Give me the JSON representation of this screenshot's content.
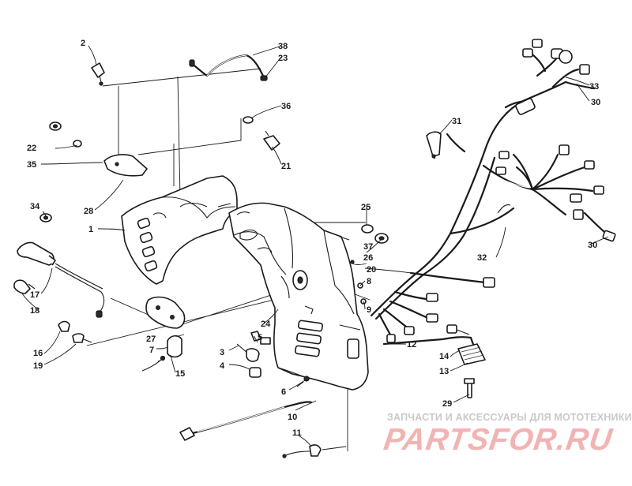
{
  "callouts": [
    {
      "id": "c1",
      "text": "1"
    },
    {
      "id": "c2",
      "text": "2"
    },
    {
      "id": "c3",
      "text": "3"
    },
    {
      "id": "c4",
      "text": "4"
    },
    {
      "id": "c5",
      "text": "5"
    },
    {
      "id": "c6",
      "text": "6"
    },
    {
      "id": "c7",
      "text": "7"
    },
    {
      "id": "c8",
      "text": "8"
    },
    {
      "id": "c9",
      "text": "9"
    },
    {
      "id": "c10",
      "text": "10"
    },
    {
      "id": "c11",
      "text": "11"
    },
    {
      "id": "c12",
      "text": "12"
    },
    {
      "id": "c13",
      "text": "13"
    },
    {
      "id": "c14",
      "text": "14"
    },
    {
      "id": "c15",
      "text": "15"
    },
    {
      "id": "c16",
      "text": "16"
    },
    {
      "id": "c17",
      "text": "17"
    },
    {
      "id": "c18",
      "text": "18"
    },
    {
      "id": "c19",
      "text": "19"
    },
    {
      "id": "c20",
      "text": "20"
    },
    {
      "id": "c21",
      "text": "21"
    },
    {
      "id": "c22",
      "text": "22"
    },
    {
      "id": "c23",
      "text": "23"
    },
    {
      "id": "c24",
      "text": "24"
    },
    {
      "id": "c25",
      "text": "25"
    },
    {
      "id": "c26",
      "text": "26"
    },
    {
      "id": "c27",
      "text": "27"
    },
    {
      "id": "c28",
      "text": "28"
    },
    {
      "id": "c29",
      "text": "29"
    },
    {
      "id": "c30a",
      "text": "30"
    },
    {
      "id": "c30b",
      "text": "30"
    },
    {
      "id": "c31",
      "text": "31"
    },
    {
      "id": "c32",
      "text": "32"
    },
    {
      "id": "c33",
      "text": "33"
    },
    {
      "id": "c34",
      "text": "34"
    },
    {
      "id": "c35",
      "text": "35"
    },
    {
      "id": "c36",
      "text": "36"
    },
    {
      "id": "c37",
      "text": "37"
    },
    {
      "id": "c38",
      "text": "38"
    }
  ],
  "watermark": {
    "tagline": "ЗАПЧАСТИ И АКСЕССУАРЫ ДЛЯ МОТОТЕХНИКИ",
    "logo": "PARTSFOR.RU"
  },
  "colors": {
    "line": "#1a1a1a",
    "watermark_tagline": "#c9c9c9",
    "watermark_logo": "#f2b3b3"
  }
}
